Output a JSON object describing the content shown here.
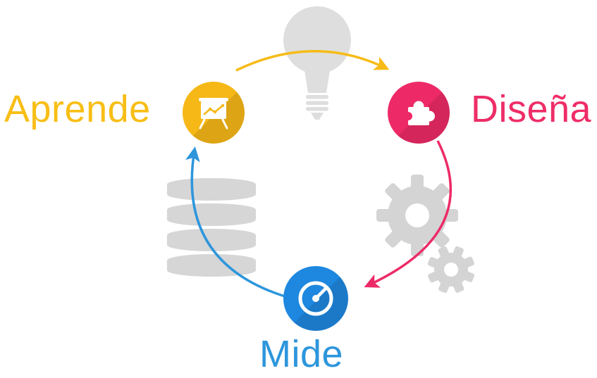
{
  "diagram": {
    "type": "cycle",
    "nodes": [
      {
        "id": "aprende",
        "label": "Aprende",
        "color": "#F7BB17",
        "icon": "presentation-chart-icon"
      },
      {
        "id": "disena",
        "label": "Diseña",
        "color": "#ED2A67",
        "icon": "puzzle-icon"
      },
      {
        "id": "mide",
        "label": "Mide",
        "color": "#1E87DF",
        "label_color": "#2D96DC",
        "icon": "gauge-icon"
      }
    ],
    "arrows": [
      {
        "from": "Aprende",
        "to": "Diseña",
        "color": "#F7BB17"
      },
      {
        "from": "Diseña",
        "to": "Mide",
        "color": "#ED2A67"
      },
      {
        "from": "Mide",
        "to": "Aprende",
        "color": "#2D96DC"
      }
    ],
    "background_icons": [
      {
        "name": "lightbulb-icon",
        "color": "#DEDEDE"
      },
      {
        "name": "gears-icon",
        "color": "#D4D4D4"
      },
      {
        "name": "database-icon",
        "color": "#D6D6D6"
      }
    ]
  }
}
